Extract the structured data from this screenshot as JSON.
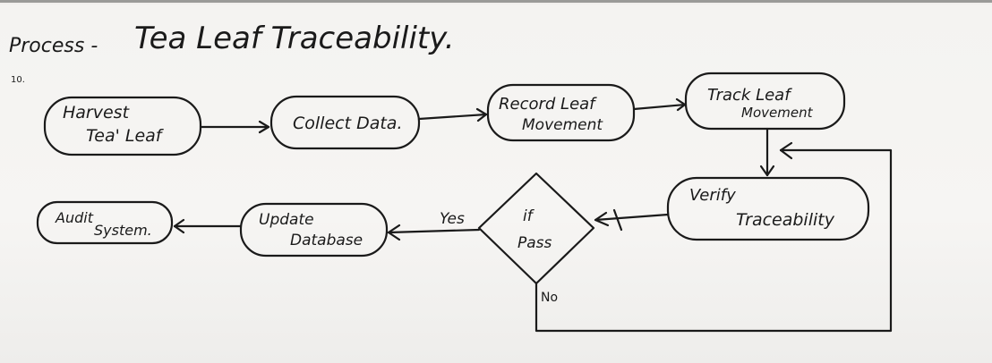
{
  "header": {
    "label": "Process -",
    "title": "Tea Leaf Traceability.",
    "number": "10."
  },
  "nodes": {
    "harvest_line1": "Harvest",
    "harvest_line2": "Tea' Leaf",
    "collect": "Collect Data.",
    "record_line1": "Record Leaf",
    "record_line2": "Movement",
    "track_line1": "Track Leaf",
    "track_line2": "Movement",
    "verify_line1": "Verify",
    "verify_line2": "Traceability",
    "decision_line1": "if",
    "decision_line2": "Pass",
    "update_line1": "Update",
    "update_line2": "Database",
    "audit_line1": "Audit",
    "audit_line2": "System."
  },
  "edges": {
    "yes_label": "Yes",
    "no_label": "No"
  }
}
